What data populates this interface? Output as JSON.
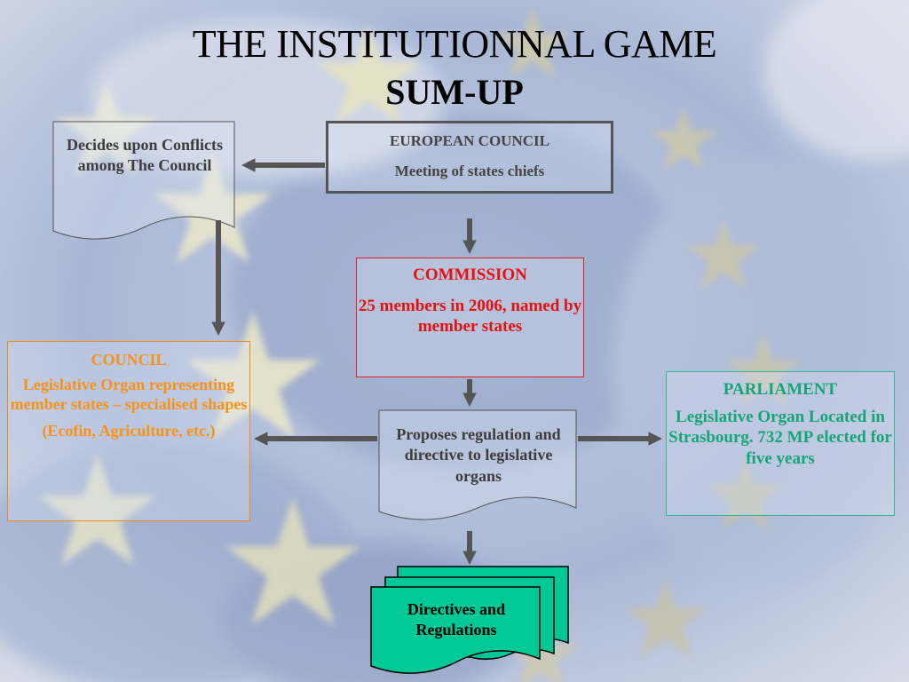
{
  "slide": {
    "title": "THE INSTITUTIONNAL GAME",
    "subtitle": "SUM-UP"
  },
  "nodes": {
    "european_council": {
      "name": "EUROPEAN COUNCIL",
      "desc": "Meeting of states chiefs"
    },
    "conflicts": {
      "text": "Decides upon Conflicts among The Council"
    },
    "commission": {
      "name": "COMMISSION",
      "desc": "25 members in 2006, named by member states"
    },
    "council": {
      "name": "COUNCIL",
      "desc": "Legislative Organ representing member states – specialised shapes",
      "examples": "(Ecofin, Agriculture, etc.)"
    },
    "proposes": {
      "text": "Proposes regulation and directive to legislative organs"
    },
    "parliament": {
      "name": "PARLIAMENT",
      "desc": "Legislative Organ Located in Strasbourg. 732 MP elected for five years"
    },
    "output": {
      "text": "Directives and Regulations"
    }
  },
  "colors": {
    "commission": "#e81010",
    "council": "#f79218",
    "parliament": "#16a47a",
    "output_fill": "#00c896",
    "arrow": "#555555"
  },
  "icons": {
    "background": "european-flag-stars-map"
  }
}
